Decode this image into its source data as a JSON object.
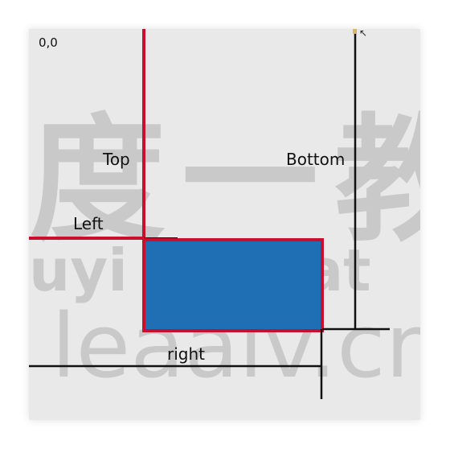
{
  "labels": {
    "origin": "0,0",
    "top": "Top",
    "bottom": "Bottom",
    "left": "Left",
    "right": "right"
  },
  "colors": {
    "background": "#e9e9e9",
    "box_fill": "#1f6fb5",
    "box_border": "#c8102e",
    "red_line": "#c8102e",
    "black_line": "#111111"
  }
}
